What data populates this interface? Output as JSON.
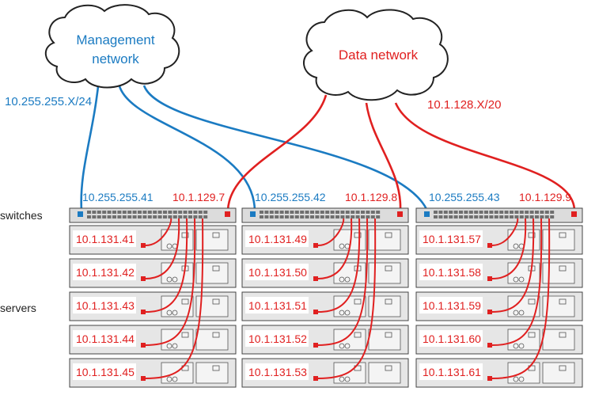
{
  "colors": {
    "management": "#1b7bc2",
    "data": "#e02020",
    "side_label": "#222222"
  },
  "clouds": [
    {
      "id": "management",
      "lines": [
        "Management",
        "network"
      ],
      "subnet": "10.255.255.X/24"
    },
    {
      "id": "data",
      "lines": [
        "Data network"
      ],
      "subnet": "10.1.128.X/20"
    }
  ],
  "side_labels": {
    "switches": "switches",
    "servers": "servers"
  },
  "racks": [
    {
      "switch_mgmt_ip": "10.255.255.41",
      "switch_data_ip": "10.1.129.7",
      "servers": [
        "10.1.131.41",
        "10.1.131.42",
        "10.1.131.43",
        "10.1.131.44",
        "10.1.131.45"
      ]
    },
    {
      "switch_mgmt_ip": "10.255.255.42",
      "switch_data_ip": "10.1.129.8",
      "servers": [
        "10.1.131.49",
        "10.1.131.50",
        "10.1.131.51",
        "10.1.131.52",
        "10.1.131.53"
      ]
    },
    {
      "switch_mgmt_ip": "10.255.255.43",
      "switch_data_ip": "10.1.129.9",
      "servers": [
        "10.1.131.57",
        "10.1.131.58",
        "10.1.131.59",
        "10.1.131.60",
        "10.1.131.61"
      ]
    }
  ]
}
